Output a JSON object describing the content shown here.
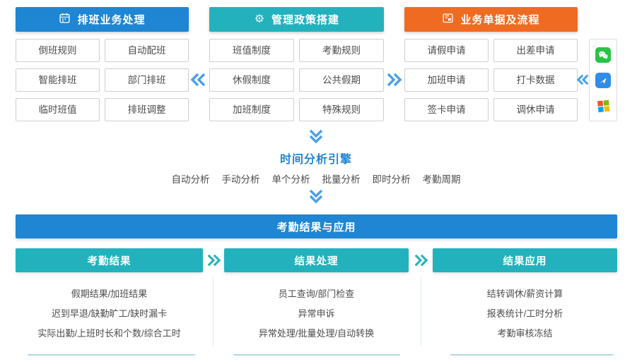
{
  "palette": {
    "blue": "#1e86d2",
    "teal": "#23b2bd",
    "orange": "#f06b22",
    "arrow_blue": "#4aa0e8",
    "arrow_teal": "#2ab3b6",
    "box_text": "#4d4d4d",
    "wechat_green": "#28c445",
    "app_blue": "#2f8ce8"
  },
  "top_sections": [
    {
      "title": "排班业务处理",
      "icon": "calendar-icon",
      "items": [
        "倒班规则",
        "自动配班",
        "智能排班",
        "部门排班",
        "临时班值",
        "排班调整"
      ]
    },
    {
      "title": "管理政策搭建",
      "icon": "gear-icon",
      "items": [
        "班值制度",
        "考勤规则",
        "休假制度",
        "公共假期",
        "加班制度",
        "特殊规则"
      ]
    },
    {
      "title": "业务单据及流程",
      "icon": "flow-window-icon",
      "items": [
        "请假申请",
        "出差申请",
        "加班申请",
        "打卡数据",
        "签卡申请",
        "调休申请"
      ]
    }
  ],
  "channel_icons": [
    "wechat-icon",
    "app-plane-icon",
    "windows-icon"
  ],
  "engine": {
    "title": "时间分析引擎",
    "items": [
      "自动分析",
      "手动分析",
      "单个分析",
      "批量分析",
      "即时分析",
      "考勤周期"
    ]
  },
  "results": {
    "title": "考勤结果与应用",
    "columns": [
      {
        "title": "考勤结果",
        "items": [
          "假期结果/加班结果",
          "迟到早退/缺勤旷工/缺时漏卡",
          "实际出勤/上班时长和个数/综合工时"
        ]
      },
      {
        "title": "结果处理",
        "items": [
          "员工查询/部门检查",
          "异常申诉",
          "异常处理/批量处理/自动转换"
        ]
      },
      {
        "title": "结果应用",
        "items": [
          "结转调休/薪资计算",
          "报表统计/工时分析",
          "考勤审核冻结"
        ]
      }
    ]
  }
}
